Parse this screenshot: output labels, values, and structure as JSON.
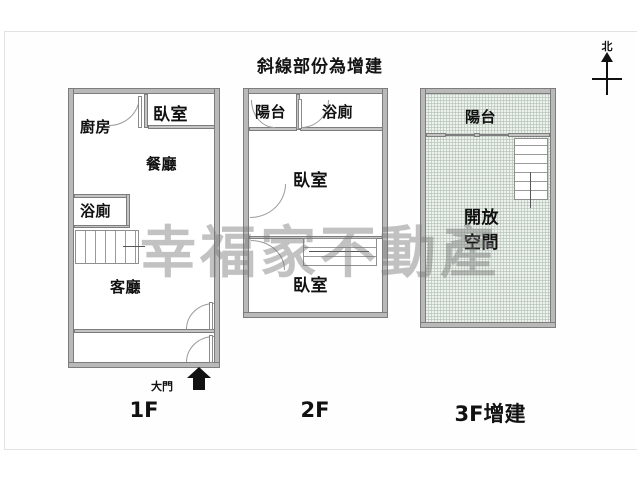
{
  "sheet": {
    "top_caption": "斜線部份為增建",
    "watermark": "幸福家不動產",
    "compass_label": "北"
  },
  "floors": [
    {
      "id": "1F",
      "label": "1F",
      "rooms": [
        {
          "name": "kitchen",
          "label": "廚房"
        },
        {
          "name": "bedroom",
          "label": "臥室"
        },
        {
          "name": "dining-room",
          "label": "餐廳"
        },
        {
          "name": "bathroom",
          "label": "浴廁"
        },
        {
          "name": "living-room",
          "label": "客廳"
        }
      ],
      "entrance": {
        "label": "大門"
      }
    },
    {
      "id": "2F",
      "label": "2F",
      "rooms": [
        {
          "name": "balcony",
          "label": "陽台"
        },
        {
          "name": "bathroom",
          "label": "浴廁"
        },
        {
          "name": "bedroom-front",
          "label": "臥室"
        },
        {
          "name": "bedroom-rear",
          "label": "臥室"
        }
      ]
    },
    {
      "id": "3F",
      "label": "3F增建",
      "rooms": [
        {
          "name": "balcony",
          "label": "陽台"
        },
        {
          "name": "open-space",
          "label": "開放\n空間"
        },
        {
          "name": "open-space-line1",
          "label": "開放"
        },
        {
          "name": "open-space-line2",
          "label": "空間"
        }
      ]
    }
  ],
  "colors": {
    "wall": "#b9b9b9",
    "wall_outline": "#7d7d7d",
    "addition_hatch": "#eef2ee",
    "text": "#111111",
    "watermark": "#787878"
  }
}
